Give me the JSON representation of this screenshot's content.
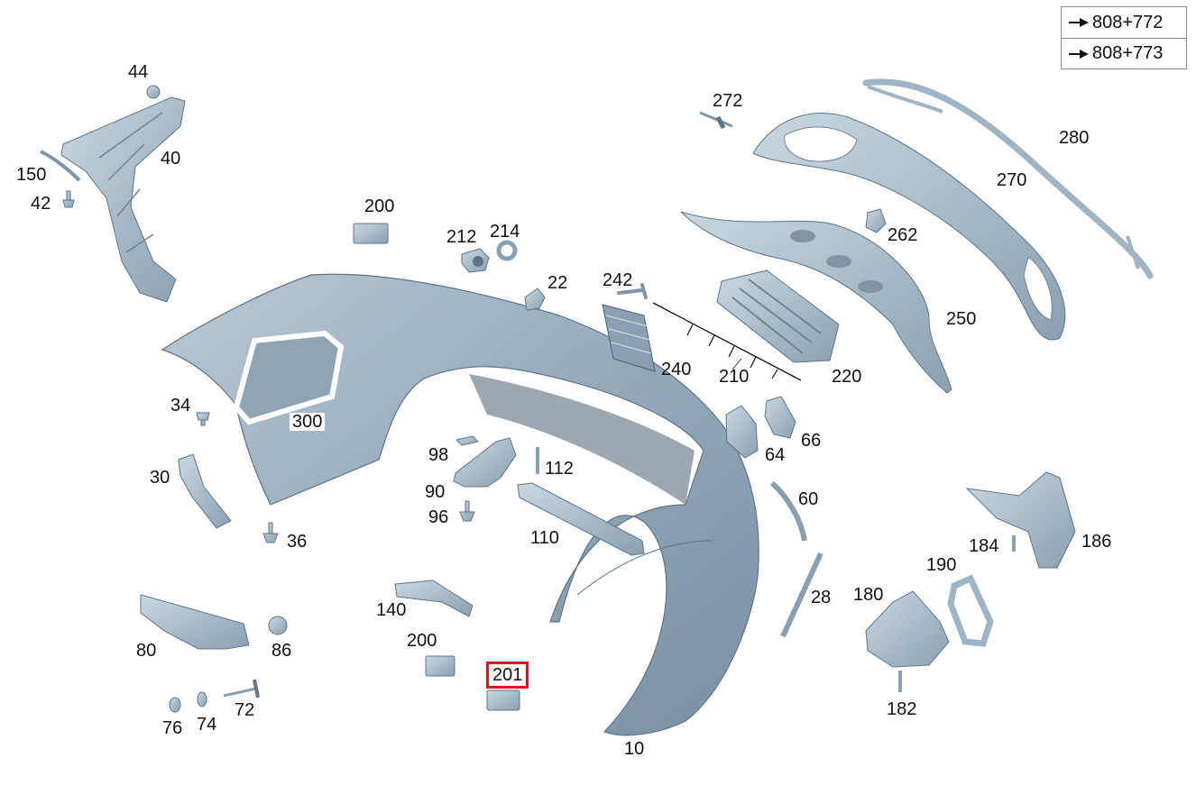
{
  "references": [
    {
      "label": "808+772"
    },
    {
      "label": "808+773"
    }
  ],
  "colors": {
    "part_fill": "#9fb4c4",
    "part_dark": "#6f8596",
    "part_light": "#c9d6e0",
    "highlight": "#e0141e"
  },
  "highlighted_part": "201",
  "parts": {
    "p44": "44",
    "p40": "40",
    "p150": "150",
    "p42": "42",
    "p200a": "200",
    "p212": "212",
    "p214": "214",
    "p22": "22",
    "p242": "242",
    "p240": "240",
    "p210": "210",
    "p220": "220",
    "p272": "272",
    "p280": "280",
    "p270": "270",
    "p262": "262",
    "p250": "250",
    "p34": "34",
    "p300": "300",
    "p98": "98",
    "p112": "112",
    "p90": "90",
    "p96": "96",
    "p64": "64",
    "p66": "66",
    "p60": "60",
    "p30": "30",
    "p36": "36",
    "p110": "110",
    "p184": "184",
    "p186": "186",
    "p190": "190",
    "p180": "180",
    "p28": "28",
    "p140": "140",
    "p80": "80",
    "p86": "86",
    "p200b": "200",
    "p201": "201",
    "p72": "72",
    "p76": "76",
    "p74": "74",
    "p182": "182",
    "p10": "10"
  }
}
